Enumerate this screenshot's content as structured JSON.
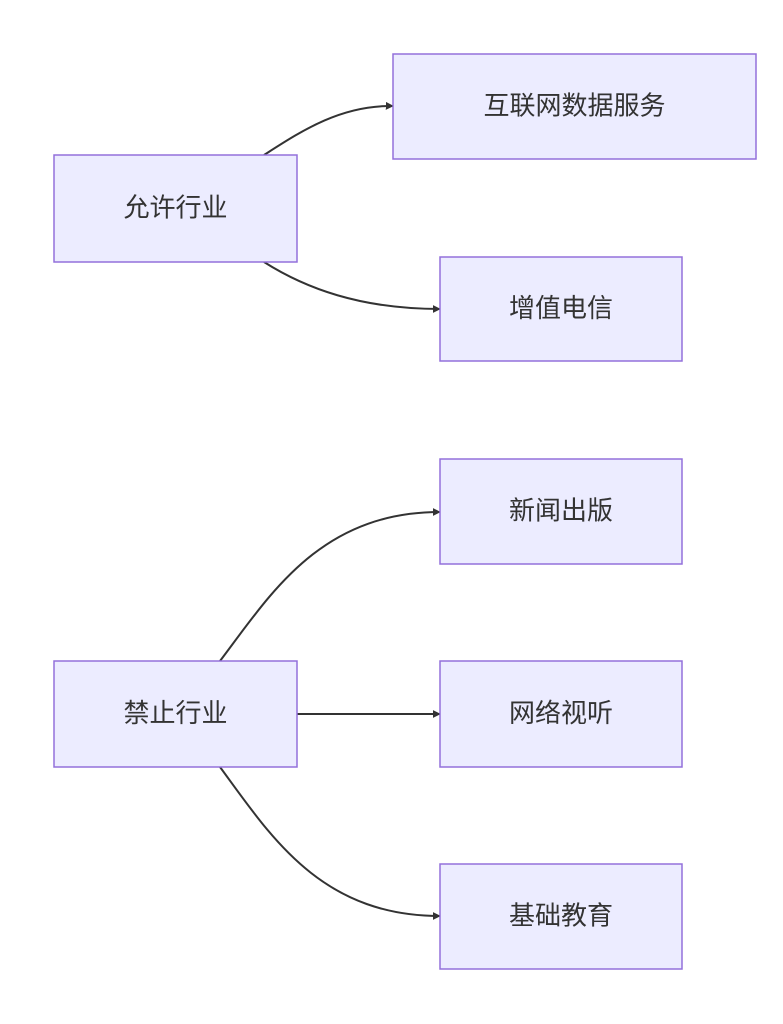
{
  "nodes": {
    "allowed": "允许行业",
    "internet_data": "互联网数据服务",
    "value_added_telecom": "增值电信",
    "prohibited": "禁止行业",
    "news_publishing": "新闻出版",
    "online_av": "网络视听",
    "basic_education": "基础教育"
  },
  "edges": [
    {
      "from": "allowed",
      "to": "internet_data"
    },
    {
      "from": "allowed",
      "to": "value_added_telecom"
    },
    {
      "from": "prohibited",
      "to": "news_publishing"
    },
    {
      "from": "prohibited",
      "to": "online_av"
    },
    {
      "from": "prohibited",
      "to": "basic_education"
    }
  ],
  "colors": {
    "node_fill": "#ECECFF",
    "node_border": "#9370DB",
    "edge": "#333333",
    "text": "#333333"
  }
}
